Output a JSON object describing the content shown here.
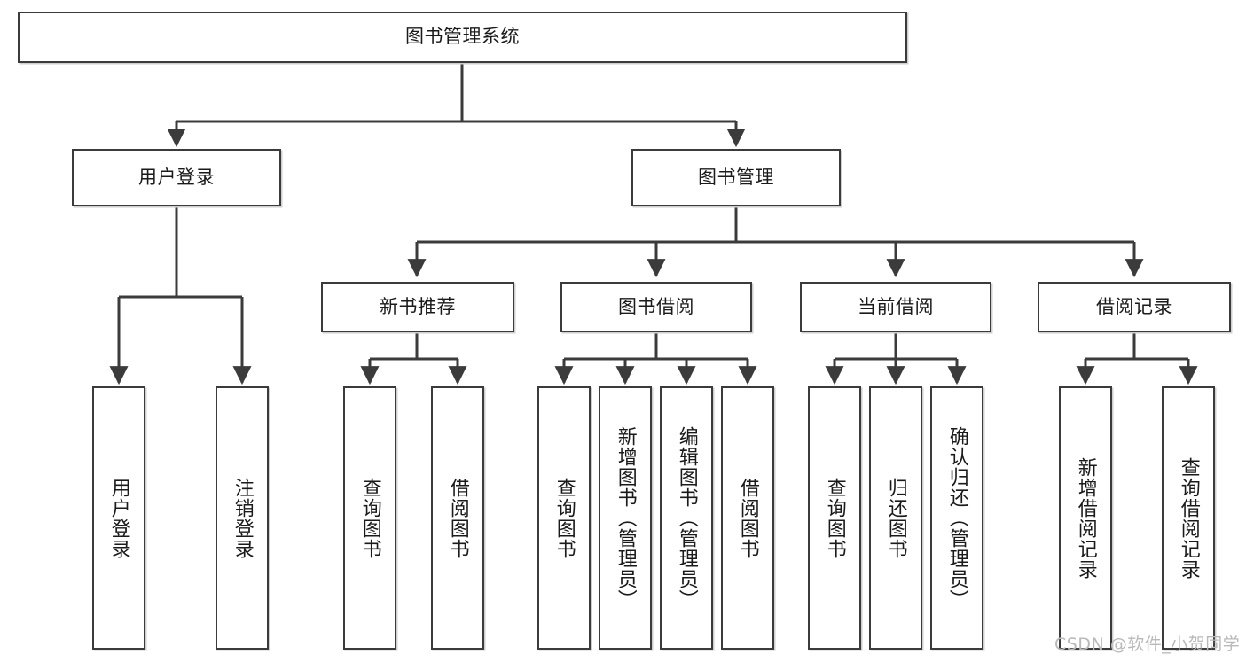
{
  "diagram": {
    "title": "图书管理系统",
    "type": "tree-hierarchy",
    "watermark": "CSDN @软件_小贺同学",
    "colors": {
      "node_border": "#3b3b3b",
      "node_fill": "#ffffff",
      "edge": "#3b3b3b",
      "text": "#1a1a1a",
      "watermark": "#b9b9b9",
      "background": "#ffffff"
    },
    "levels": {
      "root": "图书管理系统",
      "level2": [
        "用户登录",
        "图书管理"
      ],
      "level3": [
        "新书推荐",
        "图书借阅",
        "当前借阅",
        "借阅记录"
      ],
      "leaves": [
        "用户登录",
        "注销登录",
        "查询图书",
        "借阅图书",
        "查询图书",
        "新增图书（管理员）",
        "编辑图书（管理员）",
        "借阅图书",
        "查询图书",
        "归还图书",
        "确认归还（管理员）",
        "新增借阅记录",
        "查询借阅记录"
      ]
    },
    "nodes": {
      "root": {
        "label": "图书管理系统"
      },
      "user_login": {
        "label": "用户登录"
      },
      "book_manage": {
        "label": "图书管理"
      },
      "new_book_rec": {
        "label": "新书推荐"
      },
      "book_borrow": {
        "label": "图书借阅"
      },
      "current_borrow": {
        "label": "当前借阅"
      },
      "borrow_record": {
        "label": "借阅记录"
      },
      "leaf_user_login": {
        "label": "用户登录"
      },
      "leaf_logout": {
        "label": "注销登录"
      },
      "leaf_query_book_1": {
        "label": "查询图书"
      },
      "leaf_borrow_book_1": {
        "label": "借阅图书"
      },
      "leaf_query_book_2": {
        "label": "查询图书"
      },
      "leaf_add_book_admin": {
        "label": "新增图书（管理员）"
      },
      "leaf_edit_book_admin": {
        "label": "编辑图书（管理员）"
      },
      "leaf_borrow_book_2": {
        "label": "借阅图书"
      },
      "leaf_query_book_3": {
        "label": "查询图书"
      },
      "leaf_return_book": {
        "label": "归还图书"
      },
      "leaf_confirm_return_admin": {
        "label": "确认归还（管理员）"
      },
      "leaf_add_record": {
        "label": "新增借阅记录"
      },
      "leaf_query_record": {
        "label": "查询借阅记录"
      }
    },
    "edges": [
      {
        "from": "root",
        "to": "user_login"
      },
      {
        "from": "root",
        "to": "book_manage"
      },
      {
        "from": "user_login",
        "to": "leaf_user_login"
      },
      {
        "from": "user_login",
        "to": "leaf_logout"
      },
      {
        "from": "book_manage",
        "to": "new_book_rec"
      },
      {
        "from": "book_manage",
        "to": "book_borrow"
      },
      {
        "from": "book_manage",
        "to": "current_borrow"
      },
      {
        "from": "book_manage",
        "to": "borrow_record"
      },
      {
        "from": "new_book_rec",
        "to": "leaf_query_book_1"
      },
      {
        "from": "new_book_rec",
        "to": "leaf_borrow_book_1"
      },
      {
        "from": "book_borrow",
        "to": "leaf_query_book_2"
      },
      {
        "from": "book_borrow",
        "to": "leaf_add_book_admin"
      },
      {
        "from": "book_borrow",
        "to": "leaf_edit_book_admin"
      },
      {
        "from": "book_borrow",
        "to": "leaf_borrow_book_2"
      },
      {
        "from": "current_borrow",
        "to": "leaf_query_book_3"
      },
      {
        "from": "current_borrow",
        "to": "leaf_return_book"
      },
      {
        "from": "current_borrow",
        "to": "leaf_confirm_return_admin"
      },
      {
        "from": "borrow_record",
        "to": "leaf_add_record"
      },
      {
        "from": "borrow_record",
        "to": "leaf_query_record"
      }
    ]
  }
}
